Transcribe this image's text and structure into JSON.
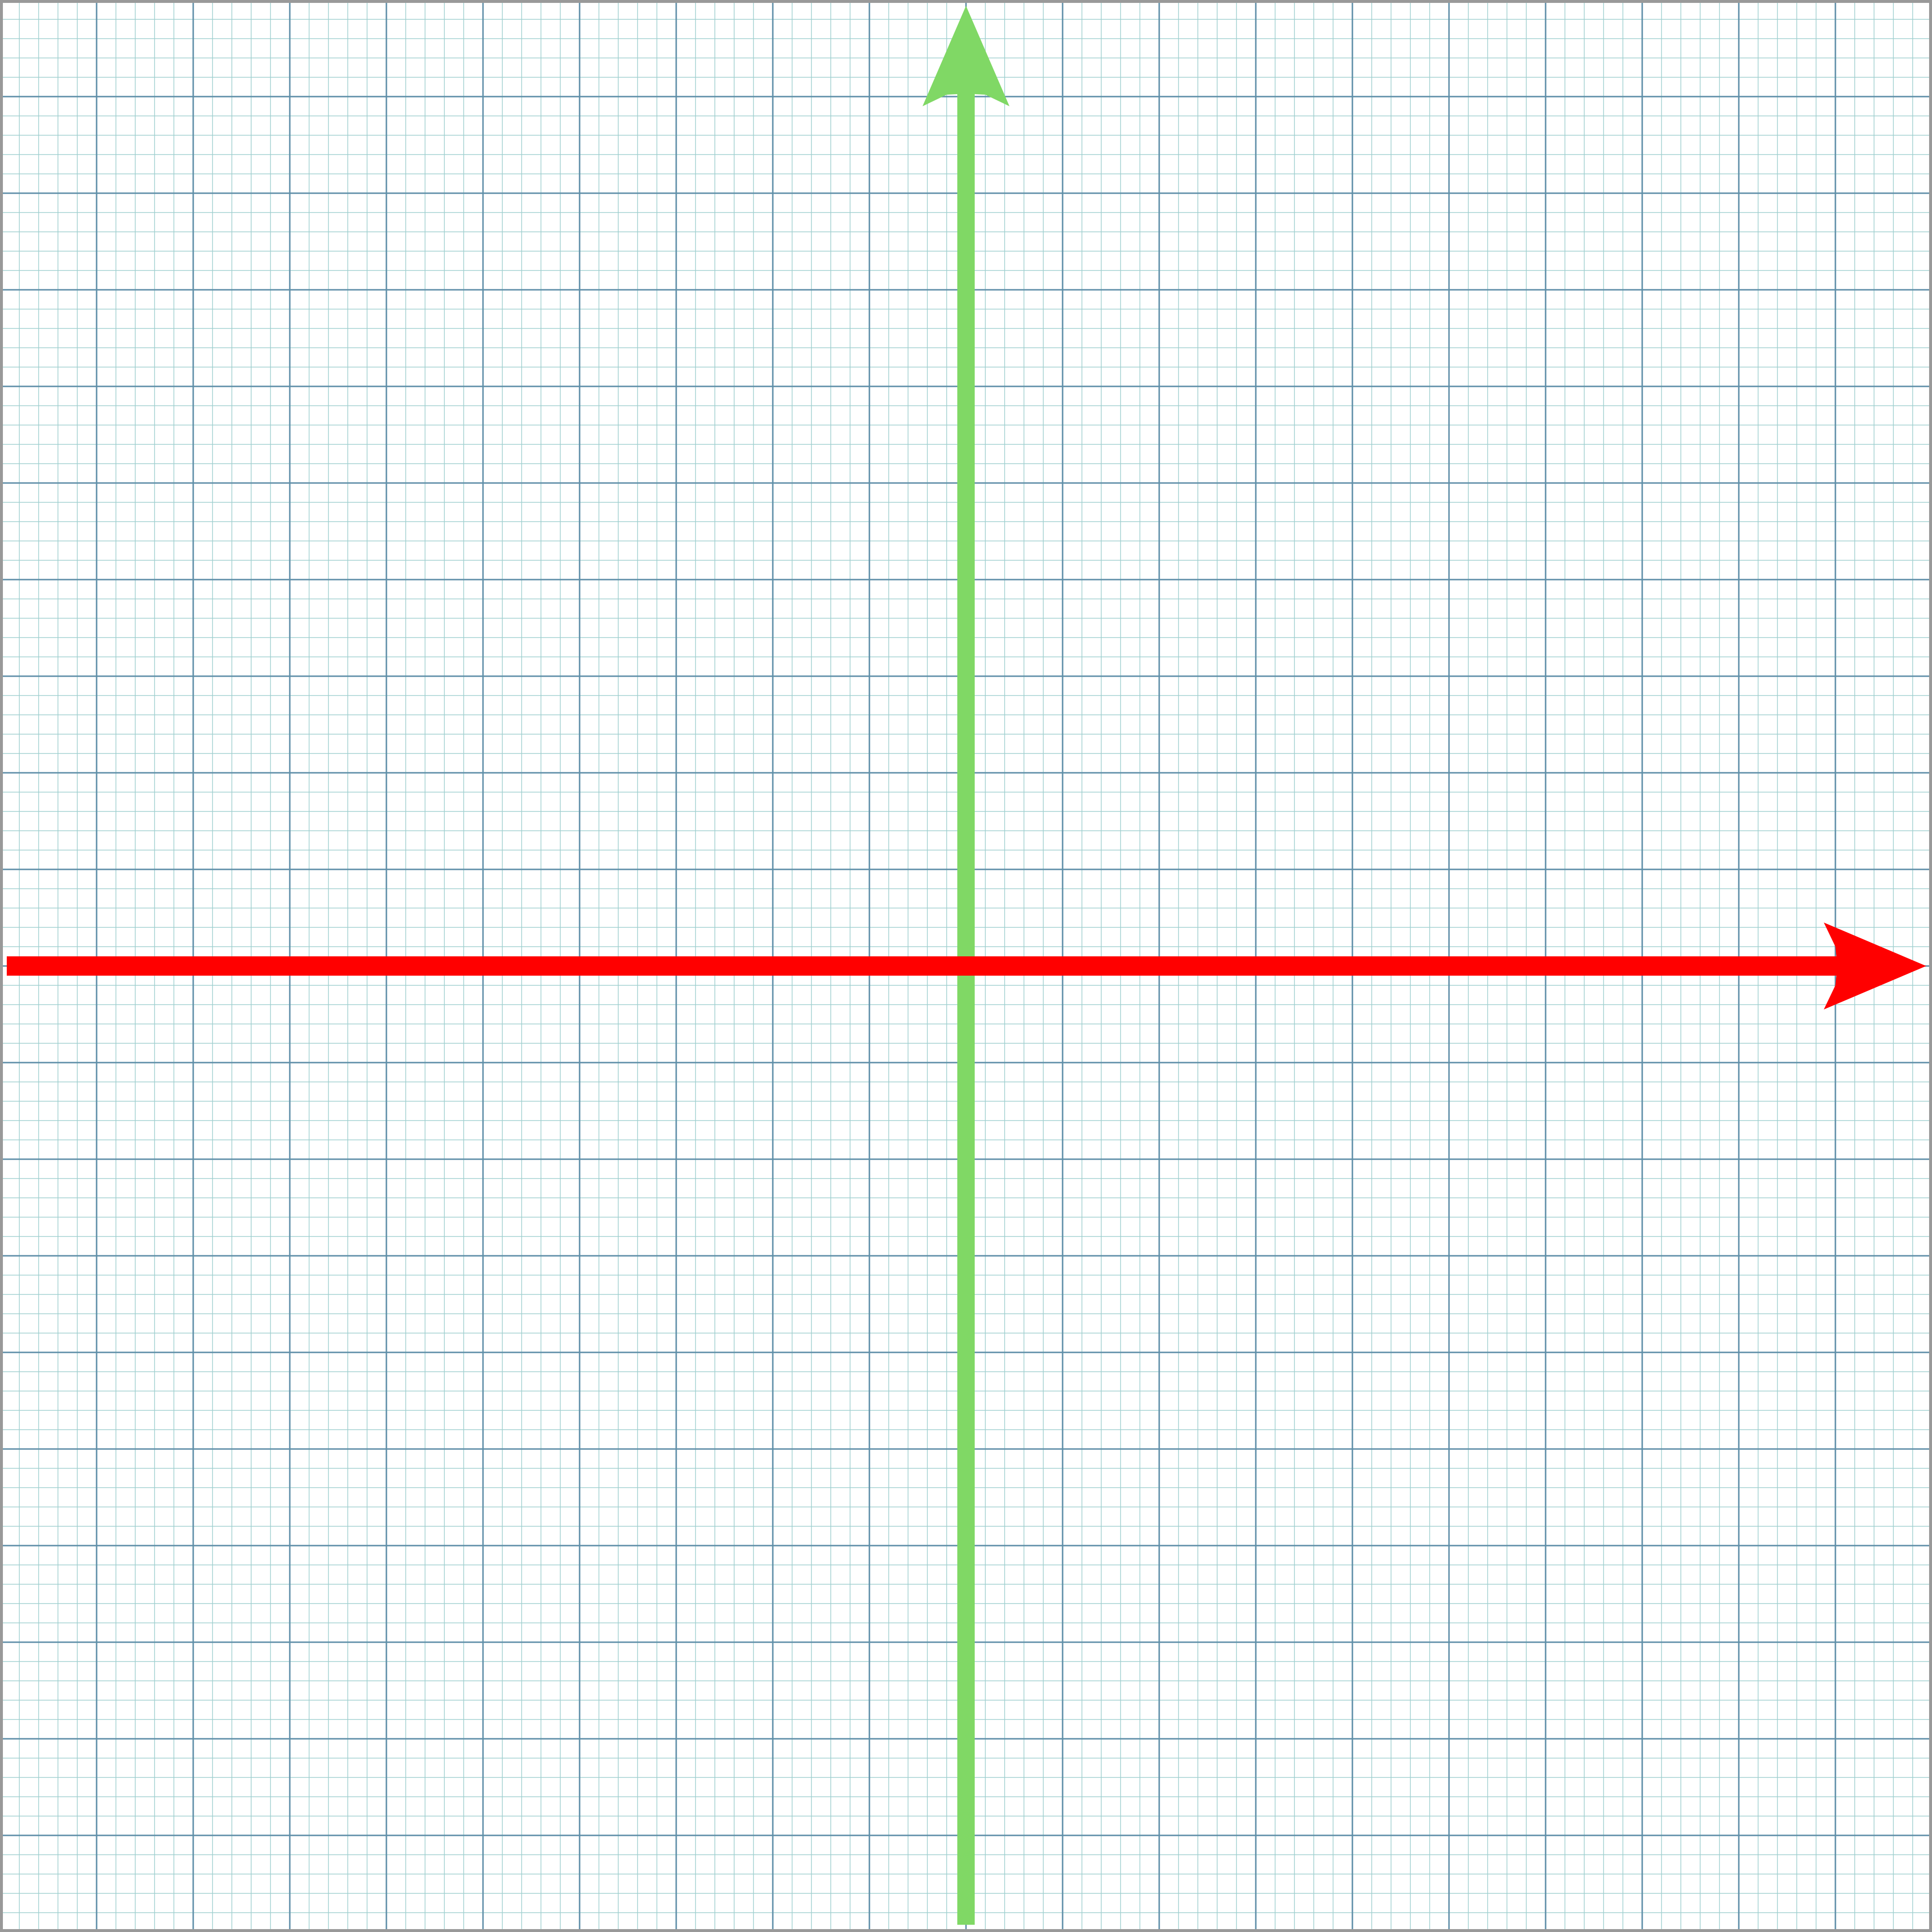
{
  "diagram": {
    "kind": "coordinate-axes-on-graph-paper",
    "grid": {
      "minor_per_major": 5,
      "major_cells": 20,
      "minor_color": "#9fcfcf",
      "major_color": "#5f8fa8",
      "border_color": "#999999"
    },
    "x_axis": {
      "direction": "right",
      "color": "#ff0000",
      "icon": "arrow-right"
    },
    "y_axis": {
      "direction": "up",
      "color": "#80d865",
      "icon": "arrow-up"
    }
  }
}
